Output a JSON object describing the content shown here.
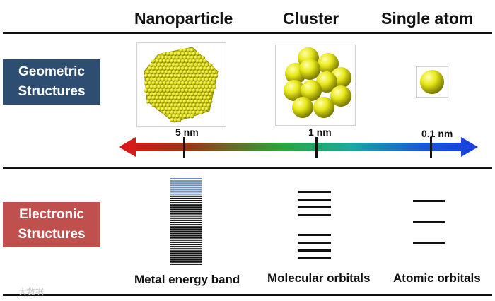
{
  "headers": {
    "nanoparticle": "Nanoparticle",
    "cluster": "Cluster",
    "single_atom": "Single atom"
  },
  "rows": {
    "geometric_line1": "Geometric",
    "geometric_line2": "Structures",
    "electronic_line1": "Electronic",
    "electronic_line2": "Structures"
  },
  "scale": {
    "ticks": [
      "5 nm",
      "1 nm",
      "0.1 nm"
    ]
  },
  "bottom_labels": {
    "band": "Metal energy band",
    "molecular": "Molecular orbitals",
    "atomic": "Atomic orbitals"
  },
  "colors": {
    "geometric_box": "#2d4e70",
    "electronic_box": "#c0504d",
    "sphere": "#e8e81a",
    "band_top": "#6f92bf",
    "band_bottom": "#111111"
  },
  "watermark": "大数据"
}
